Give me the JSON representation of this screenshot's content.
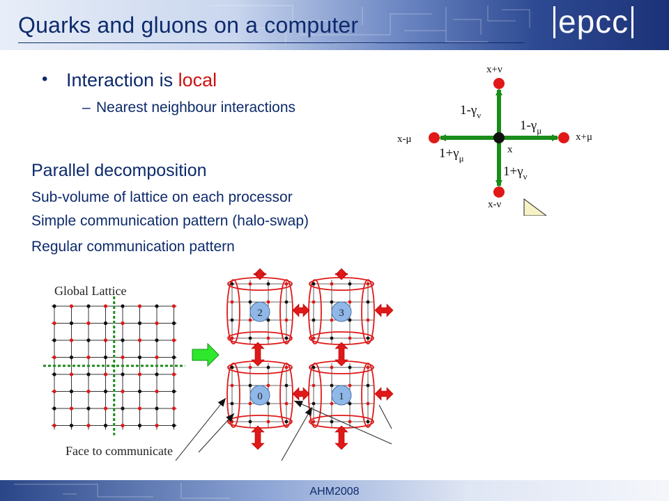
{
  "slide": {
    "title": "Quarks and gluons on a computer",
    "logo": "epcc",
    "footer": "AHM2008"
  },
  "bullets": {
    "main_prefix": "Interaction is ",
    "main_highlight": "local",
    "sub": "Nearest neighbour interactions",
    "dash": "–"
  },
  "decomposition": {
    "heading": "Parallel decomposition",
    "lines": [
      "Sub-volume of lattice on each processor",
      "Simple communication pattern (halo-swap)",
      "Regular communication pattern"
    ]
  },
  "stencil": {
    "top": "x+ν",
    "bottom": "x-ν",
    "left": "x-μ",
    "right": "x+μ",
    "center": "x",
    "up_label": "1-γ",
    "up_sub": "ν",
    "right_label": "1-γ",
    "right_sub": "μ",
    "left_label": "1+γ",
    "left_sub": "μ",
    "down_label": "1+γ",
    "down_sub": "ν"
  },
  "lattice": {
    "global_label": "Global Lattice",
    "face_label": "Face to communicate",
    "processors": [
      "2",
      "3",
      "0",
      "1"
    ]
  },
  "colors": {
    "title": "#0d2a6b",
    "highlight": "#cc1111",
    "arrow_green": "#1a8c1a",
    "node_red": "#e01818",
    "proc_blue": "#8fb8e8"
  }
}
